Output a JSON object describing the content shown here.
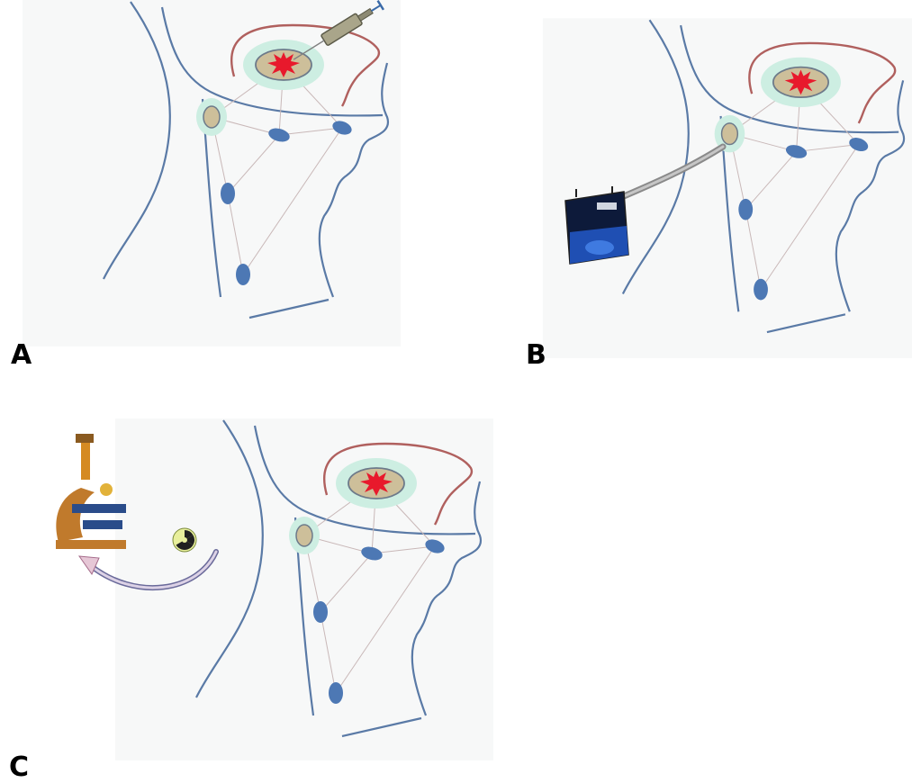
{
  "figure": {
    "panels": [
      {
        "id": "A",
        "label": "A",
        "instrument": "syringe"
      },
      {
        "id": "B",
        "label": "B",
        "instrument": "gamma-probe"
      },
      {
        "id": "C",
        "label": "C",
        "instrument": "microscope"
      }
    ]
  },
  "colors": {
    "outline": "#5a7aa6",
    "lip": "#b0605e",
    "node": "#4d78b4",
    "tumor": "#e8192c",
    "sentinel": "#cdbf9a",
    "halo": "#cdeee2",
    "link": "#c9b8b8"
  }
}
